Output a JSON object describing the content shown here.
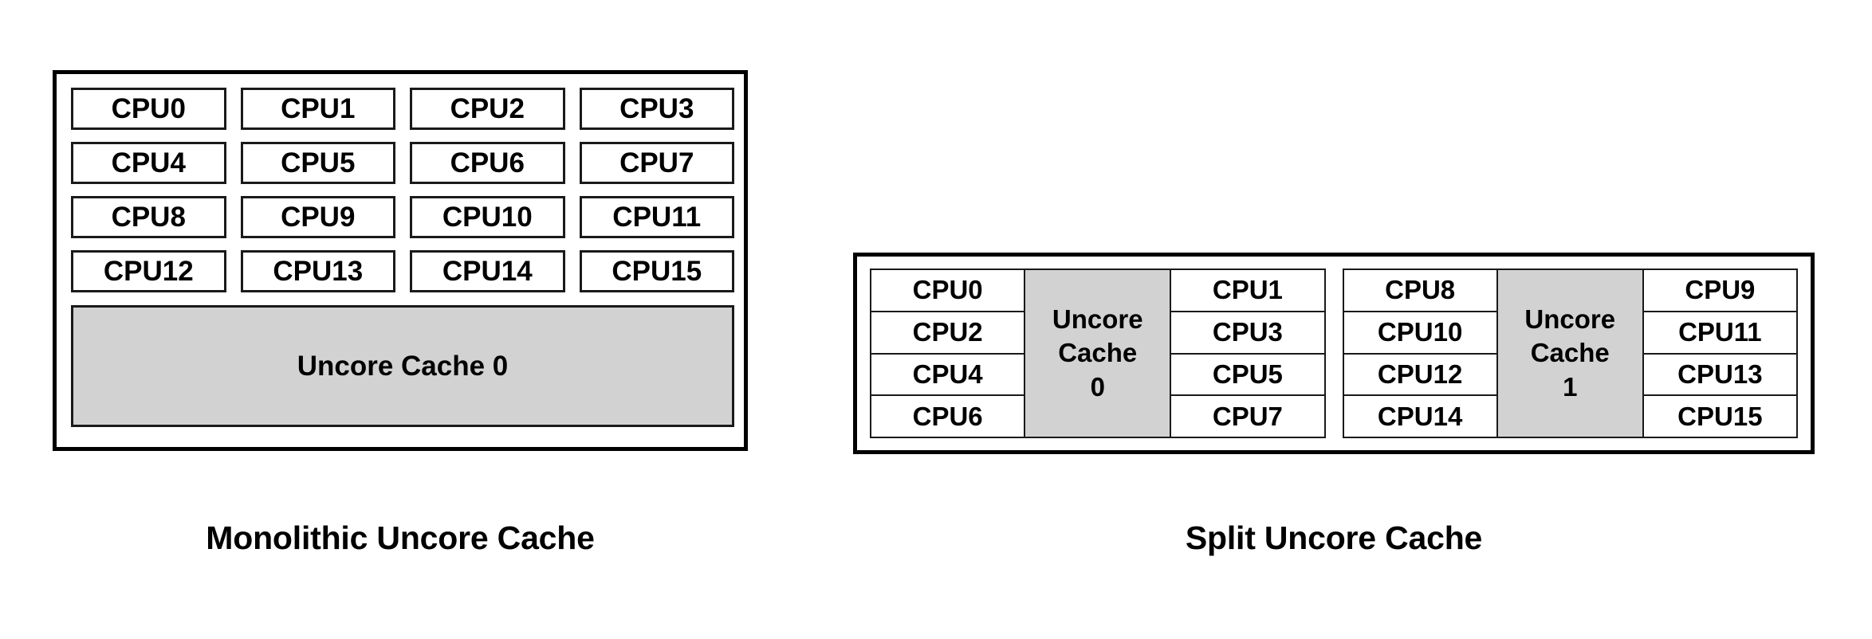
{
  "diagrams": [
    {
      "id": "monolithic",
      "caption": "Monolithic Uncore Cache",
      "cpus": [
        "CPU0",
        "CPU1",
        "CPU2",
        "CPU3",
        "CPU4",
        "CPU5",
        "CPU6",
        "CPU7",
        "CPU8",
        "CPU9",
        "CPU10",
        "CPU11",
        "CPU12",
        "CPU13",
        "CPU14",
        "CPU15"
      ],
      "cache_label": "Uncore Cache 0"
    },
    {
      "id": "split",
      "caption": "Split Uncore Cache",
      "clusters": [
        {
          "left_cpus": [
            "CPU0",
            "CPU2",
            "CPU4",
            "CPU6"
          ],
          "cache_line1": "Uncore",
          "cache_line2": "Cache",
          "cache_line3": "0",
          "right_cpus": [
            "CPU1",
            "CPU3",
            "CPU5",
            "CPU7"
          ]
        },
        {
          "left_cpus": [
            "CPU8",
            "CPU10",
            "CPU12",
            "CPU14"
          ],
          "cache_line1": "Uncore",
          "cache_line2": "Cache",
          "cache_line3": "1",
          "right_cpus": [
            "CPU9",
            "CPU11",
            "CPU13",
            "CPU15"
          ]
        }
      ]
    }
  ],
  "colors": {
    "cache_fill": "#d2d2d2",
    "border": "#000000",
    "background": "#ffffff",
    "text": "#000000"
  }
}
